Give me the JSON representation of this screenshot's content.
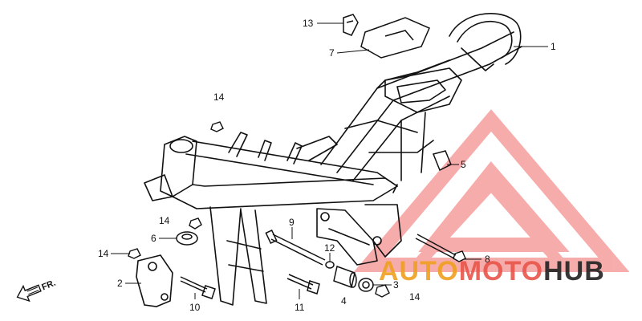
{
  "callouts": {
    "c1": "1",
    "c2": "2",
    "c3": "3",
    "c4": "4",
    "c5": "5",
    "c6": "6",
    "c7": "7",
    "c8": "8",
    "c9": "9",
    "c10": "10",
    "c11": "11",
    "c12": "12",
    "c13": "13",
    "c14a": "14",
    "c14b": "14",
    "c14c": "14",
    "c14d": "14"
  },
  "direction_label": "FR.",
  "watermark": {
    "part1": "AUTO",
    "part2": "MOTO",
    "part3": "HUB",
    "colors": {
      "auto": "#f0a020",
      "moto": "#e8554a",
      "hub": "#222222",
      "logo": "#ef4a4a"
    }
  }
}
